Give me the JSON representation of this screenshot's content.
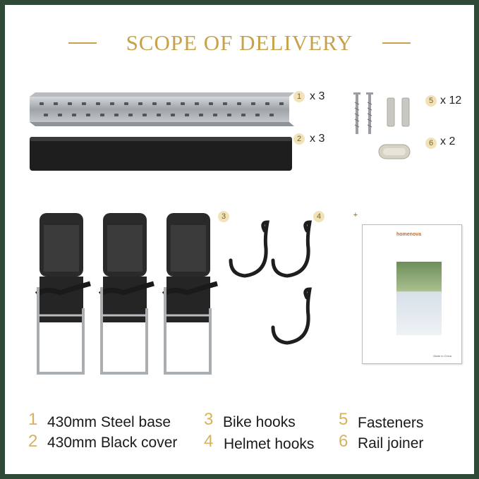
{
  "title": "SCOPE OF DELIVERY",
  "items": [
    {
      "num": "1",
      "qty": "x 3",
      "label": "430mm Steel base"
    },
    {
      "num": "2",
      "qty": "x 3",
      "label": "430mm Black cover"
    },
    {
      "num": "3",
      "label": "Bike hooks"
    },
    {
      "num": "4",
      "label": "Helmet hooks"
    },
    {
      "num": "5",
      "qty": "x 12",
      "label": "Fasteners"
    },
    {
      "num": "6",
      "qty": "x 2",
      "label": "Rail joiner"
    }
  ],
  "extra_badge": "+",
  "manual": {
    "brand": "homenova",
    "footer": "Made in China"
  },
  "colors": {
    "gold": "#c8a24a",
    "border": "#2f4a36",
    "badge": "#f1e2b8",
    "steel": "#a9aeb3",
    "black": "#1e1e1e"
  }
}
